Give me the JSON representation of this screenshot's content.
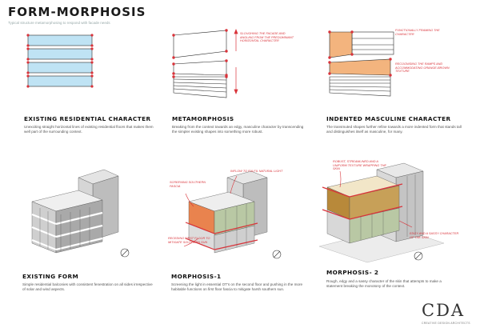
{
  "page": {
    "title": "FORM-MORPHOSIS",
    "subtitle": "Typical structure metamorphosing to respond with facade needs"
  },
  "panels": [
    {
      "id": "p1",
      "title": "EXISTING RESIDENTIAL CHARACTER",
      "desc": "Unexciting straight horizontal lines of existing residential floors that makes them well part of the surrounding context."
    },
    {
      "id": "p2",
      "title": "METAMORPHOSIS",
      "desc": "Breaking from the context towards an edgy, masculine character by transcending the simpler existing shapes into something more robust."
    },
    {
      "id": "p3",
      "title": "INDENTED MASCULINE CHARACTER",
      "desc": "The transmuted shapes further refine towards a more indented form that stands tall and distinguishes itself as masculine, for many."
    },
    {
      "id": "p4",
      "title": "EXISTING FORM",
      "desc": "Simple residential balconies with consistent fenestration on all sides irrespective of solar and wind aspects."
    },
    {
      "id": "p5",
      "title": "MORPHOSIS-1",
      "desc": "Screening the light in essential OT's on the second floor and pushing in the more habitable functions on first floor fascia to mitigate harsh southern sun."
    },
    {
      "id": "p6",
      "title": "MORPHOSIS- 2",
      "desc": "Rough, edgy and a sassy character of the skin that attempts to make a statement breaking the monotony of the context."
    }
  ],
  "notes": {
    "p2_top": "Sloughing the facade and angling from the predominant horizontal character",
    "p3_top": "Functionally framing the character",
    "p3_mid": "Recognising the ramps and accommodating orange-brown texture",
    "p5_left": "Screening southern fascia",
    "p5_top": "Inflow to fulfil natural light",
    "p5_bottom": "Receding first floor to mitigate southern sun",
    "p6_top": "Robust, streamlined and a uniform texture wrapping the skin",
    "p6_bottom": "Edgy and a sassy character of the skin"
  },
  "logo": {
    "mark": "CDA",
    "caption": "CREATIVE DESIGN ARCHITECTS"
  },
  "colors": {
    "accent_red": "#d9333a",
    "orange": "#f3b47e",
    "ochre": "#b8893a",
    "green_glass": "#b9c8a4"
  }
}
